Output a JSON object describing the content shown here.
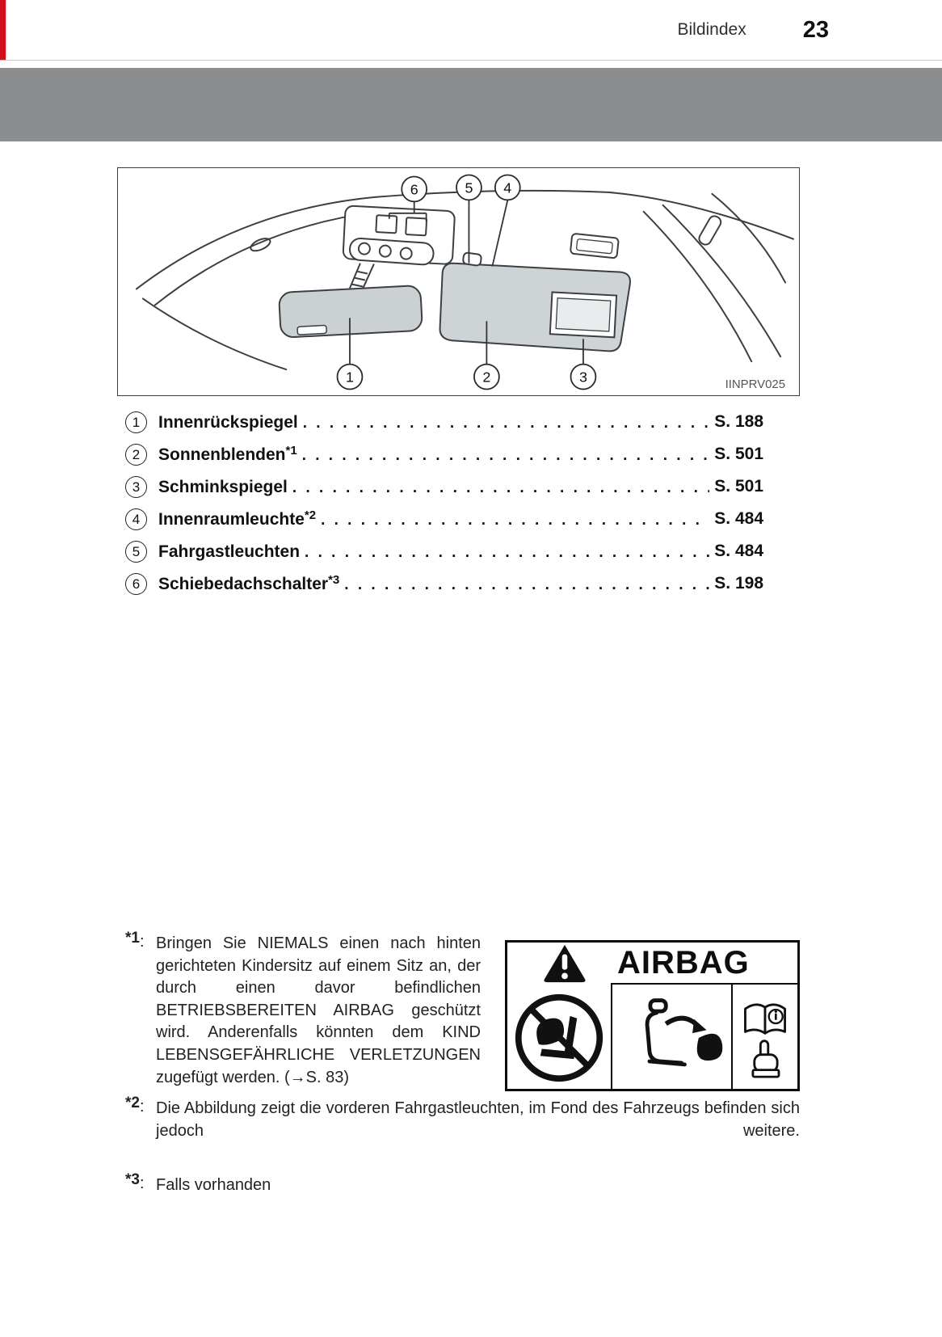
{
  "header": {
    "section": "Bildindex",
    "page_number": "23"
  },
  "figure": {
    "code": "IINPRV025",
    "callouts_top": [
      "6",
      "5",
      "4"
    ],
    "callouts_bottom": [
      "1",
      "2",
      "3"
    ]
  },
  "index_items": [
    {
      "num": "1",
      "label": "Innenrückspiegel",
      "sup": "",
      "page": "S. 188"
    },
    {
      "num": "2",
      "label": "Sonnenblenden",
      "sup": "*1",
      "page": "S. 501"
    },
    {
      "num": "3",
      "label": "Schminkspiegel",
      "sup": "",
      "page": "S. 501"
    },
    {
      "num": "4",
      "label": "Innenraumleuchte",
      "sup": "*2",
      "page": "S. 484"
    },
    {
      "num": "5",
      "label": "Fahrgastleuchten",
      "sup": "",
      "page": "S. 484"
    },
    {
      "num": "6",
      "label": "Schiebedachschalter",
      "sup": "*3",
      "page": "S. 198"
    }
  ],
  "footnotes": [
    {
      "marker": "*1",
      "text": "Bringen Sie NIEMALS einen nach hinten gerichteten Kindersitz auf einem Sitz an, der durch einen davor befindlichen BETRIEBSBEREITEN AIRBAG geschützt wird. Anderenfalls könnten dem KIND LEBENSGEFÄHRLICHE VERLETZUNGEN zugefügt werden. (→S. 83)"
    },
    {
      "marker": "*2",
      "text": "Die Abbildung zeigt die vorderen Fahrgastleuchten, im Fond des Fahrzeugs befinden sich jedoch weitere."
    },
    {
      "marker": "*3",
      "text": "Falls vorhanden"
    }
  ],
  "airbag_label": {
    "title": "AIRBAG"
  },
  "misc": {
    "colon": ":",
    "dot_leader": ". . . . . . . . . . . . . . . . . . . . . . . . . . . . . . . . . . . . . . . . . . . . . . . . . . . . . . . . . . . . . . . . . ."
  },
  "colors": {
    "accent_red": "#d30f1e",
    "band_gray": "#8b8d8e",
    "drawing_fill": "#ced3d6"
  }
}
